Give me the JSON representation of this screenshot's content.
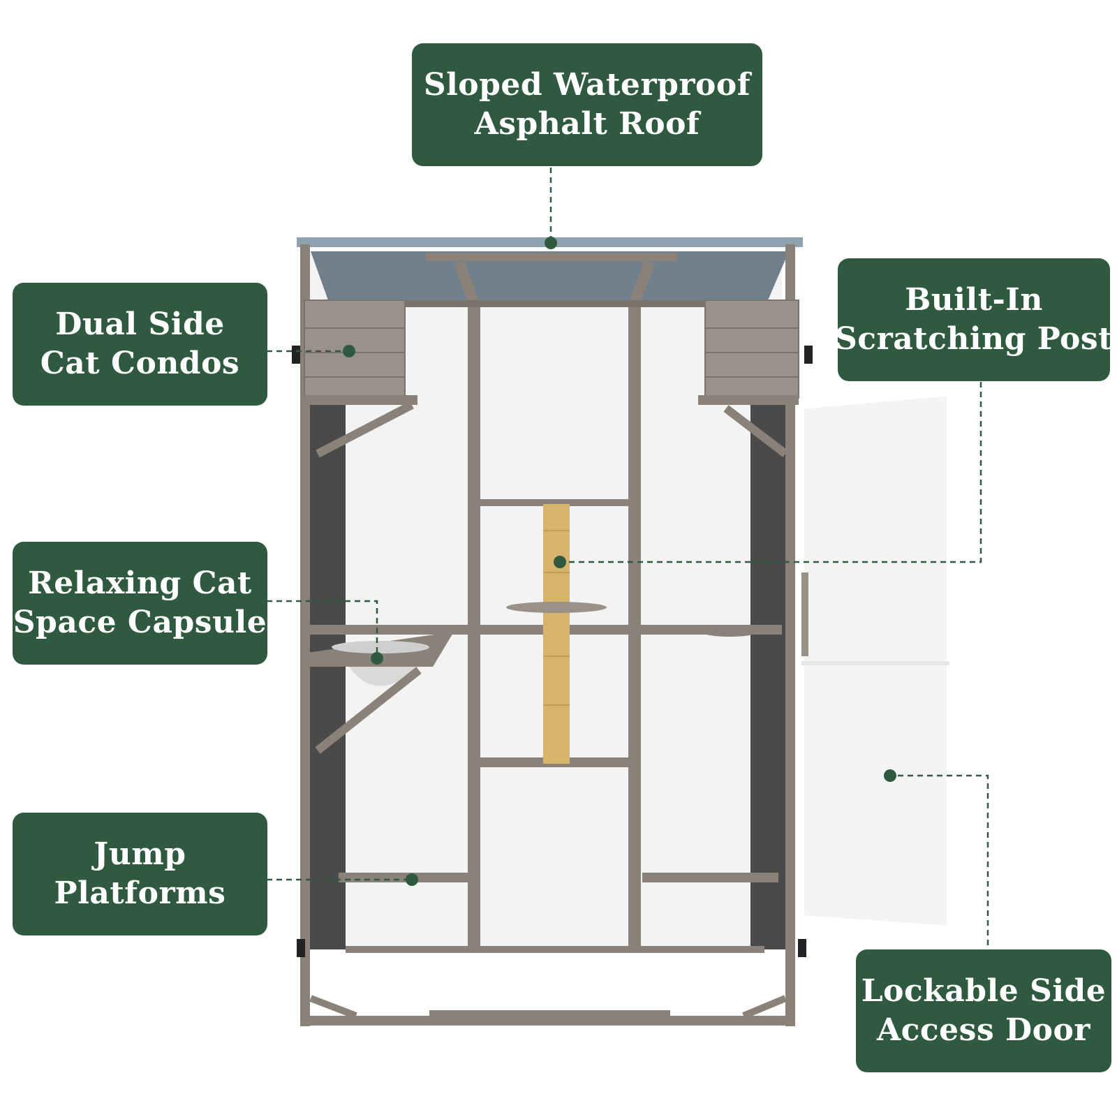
{
  "colors": {
    "label_bg": "#2f5a3f",
    "label_text": "#ffffff",
    "leader": "#2f5a3f",
    "frame_wood": "#8a8278",
    "frame_wood_dark": "#6f685f",
    "roof": "#8fa2b0",
    "mesh": "#f2f2f2",
    "back_panel": "#4a4a4a",
    "scratch_post": "#d8b36a",
    "door": "#ffffff"
  },
  "features": [
    {
      "id": "roof",
      "lines": [
        "Sloped Waterproof",
        "Asphalt Roof"
      ]
    },
    {
      "id": "condos",
      "lines": [
        "Dual Side",
        "Cat Condos"
      ]
    },
    {
      "id": "scratch",
      "lines": [
        "Built-In",
        "Scratching Post"
      ]
    },
    {
      "id": "capsule",
      "lines": [
        "Relaxing Cat",
        "Space Capsule"
      ]
    },
    {
      "id": "jump",
      "lines": [
        "Jump",
        "Platforms"
      ]
    },
    {
      "id": "door",
      "lines": [
        "Lockable Side",
        "Access Door"
      ]
    }
  ]
}
